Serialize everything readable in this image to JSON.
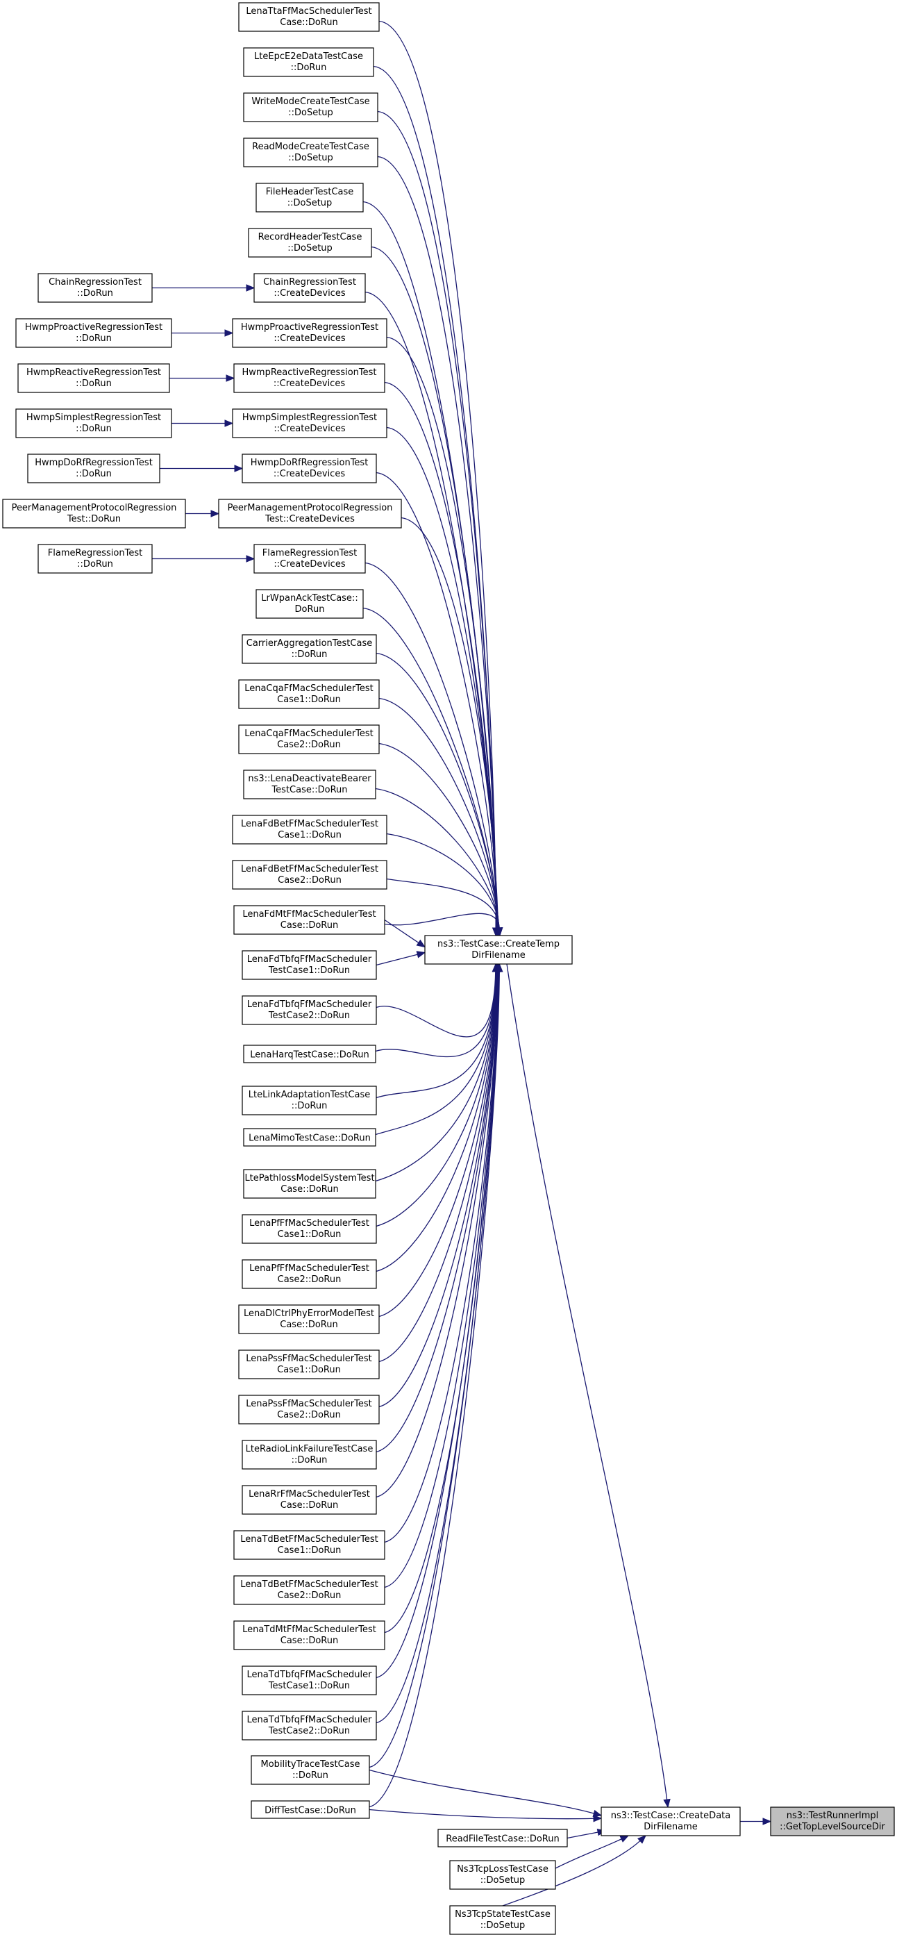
{
  "nodes": {
    "n1": [
      "LenaTtaFfMacSchedulerTest",
      "Case::DoRun"
    ],
    "n2": [
      "LteEpcE2eDataTestCase",
      "::DoRun"
    ],
    "n3": [
      "WriteModeCreateTestCase",
      "::DoSetup"
    ],
    "n4": [
      "ReadModeCreateTestCase",
      "::DoSetup"
    ],
    "n5": [
      "FileHeaderTestCase",
      "::DoSetup"
    ],
    "n6": [
      "RecordHeaderTestCase",
      "::DoSetup"
    ],
    "n7": [
      "ChainRegressionTest",
      "::CreateDevices"
    ],
    "n7c": [
      "ChainRegressionTest",
      "::DoRun"
    ],
    "n8": [
      "HwmpProactiveRegressionTest",
      "::CreateDevices"
    ],
    "n8c": [
      "HwmpProactiveRegressionTest",
      "::DoRun"
    ],
    "n9": [
      "HwmpReactiveRegressionTest",
      "::CreateDevices"
    ],
    "n9c": [
      "HwmpReactiveRegressionTest",
      "::DoRun"
    ],
    "n10": [
      "HwmpSimplestRegressionTest",
      "::CreateDevices"
    ],
    "n10c": [
      "HwmpSimplestRegressionTest",
      "::DoRun"
    ],
    "n11": [
      "HwmpDoRfRegressionTest",
      "::CreateDevices"
    ],
    "n11c": [
      "HwmpDoRfRegressionTest",
      "::DoRun"
    ],
    "n12": [
      "PeerManagementProtocolRegression",
      "Test::CreateDevices"
    ],
    "n12c": [
      "PeerManagementProtocolRegression",
      "Test::DoRun"
    ],
    "n13": [
      "FlameRegressionTest",
      "::CreateDevices"
    ],
    "n13c": [
      "FlameRegressionTest",
      "::DoRun"
    ],
    "n14": [
      "LrWpanAckTestCase::",
      "DoRun"
    ],
    "n15": [
      "CarrierAggregationTestCase",
      "::DoRun"
    ],
    "n16": [
      "LenaCqaFfMacSchedulerTest",
      "Case1::DoRun"
    ],
    "n17": [
      "LenaCqaFfMacSchedulerTest",
      "Case2::DoRun"
    ],
    "n18": [
      "ns3::LenaDeactivateBearer",
      "TestCase::DoRun"
    ],
    "n19": [
      "LenaFdBetFfMacSchedulerTest",
      "Case1::DoRun"
    ],
    "n20": [
      "LenaFdBetFfMacSchedulerTest",
      "Case2::DoRun"
    ],
    "n21": [
      "LenaFdMtFfMacSchedulerTest",
      "Case::DoRun"
    ],
    "n22": [
      "LenaFdTbfqFfMacScheduler",
      "TestCase1::DoRun"
    ],
    "n23": [
      "LenaFdTbfqFfMacScheduler",
      "TestCase2::DoRun"
    ],
    "n24": [
      "LenaHarqTestCase::DoRun"
    ],
    "n25": [
      "LteLinkAdaptationTestCase",
      "::DoRun"
    ],
    "n26": [
      "LenaMimoTestCase::DoRun"
    ],
    "n27": [
      "LtePathlossModelSystemTest",
      "Case::DoRun"
    ],
    "n28": [
      "LenaPfFfMacSchedulerTest",
      "Case1::DoRun"
    ],
    "n29": [
      "LenaPfFfMacSchedulerTest",
      "Case2::DoRun"
    ],
    "n30": [
      "LenaDlCtrlPhyErrorModelTest",
      "Case::DoRun"
    ],
    "n31": [
      "LenaPssFfMacSchedulerTest",
      "Case1::DoRun"
    ],
    "n32": [
      "LenaPssFfMacSchedulerTest",
      "Case2::DoRun"
    ],
    "n33": [
      "LteRadioLinkFailureTestCase",
      "::DoRun"
    ],
    "n34": [
      "LenaRrFfMacSchedulerTest",
      "Case::DoRun"
    ],
    "n35": [
      "LenaTdBetFfMacSchedulerTest",
      "Case1::DoRun"
    ],
    "n36": [
      "LenaTdBetFfMacSchedulerTest",
      "Case2::DoRun"
    ],
    "n37": [
      "LenaTdMtFfMacSchedulerTest",
      "Case::DoRun"
    ],
    "n38": [
      "LenaTdTbfqFfMacScheduler",
      "TestCase1::DoRun"
    ],
    "n39": [
      "LenaTdTbfqFfMacScheduler",
      "TestCase2::DoRun"
    ],
    "n40": [
      "MobilityTraceTestCase",
      "::DoRun"
    ],
    "n41": [
      "DiffTestCase::DoRun"
    ],
    "tmp": [
      "ns3::TestCase::CreateTemp",
      "DirFilename"
    ],
    "data": [
      "ns3::TestCase::CreateData",
      "DirFilename"
    ],
    "readfile": [
      "ReadFileTestCase::DoRun"
    ],
    "tcploss": [
      "Ns3TcpLossTestCase",
      "::DoSetup"
    ],
    "tcpstate": [
      "Ns3TcpStateTestCase",
      "::DoSetup"
    ],
    "top": [
      "ns3::TestRunnerImpl",
      "::GetTopLevelSourceDir"
    ]
  },
  "colors": {
    "edge": "#191970",
    "highlight_fill": "#bfbfbf",
    "node_border": "#000000"
  }
}
